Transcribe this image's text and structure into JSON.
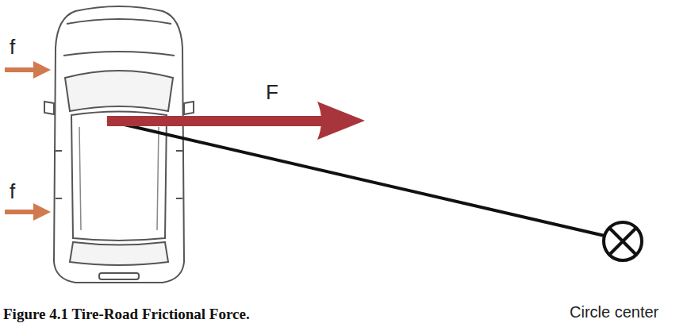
{
  "diagram": {
    "caption": "Figure 4.1 Tire-Road Frictional Force.",
    "labels": [
      "f",
      "f",
      "F",
      "Circle center"
    ]
  }
}
